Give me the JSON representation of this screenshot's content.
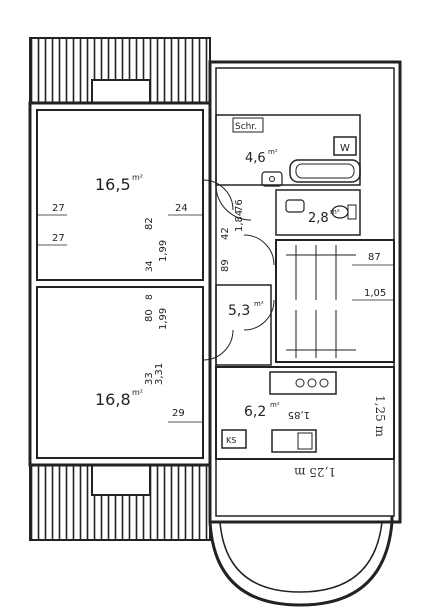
{
  "plan": {
    "rooms": [
      {
        "id": "room-upper",
        "area": "16,5",
        "unit": "m²"
      },
      {
        "id": "room-lower",
        "area": "16,8",
        "unit": "m²"
      },
      {
        "id": "bath-main",
        "area": "4,6",
        "unit": "m²"
      },
      {
        "id": "wc",
        "area": "2,8",
        "unit": "m²"
      },
      {
        "id": "hall",
        "area": "5,3",
        "unit": "m²"
      },
      {
        "id": "kitchen",
        "area": "6,2",
        "unit": "m²"
      }
    ],
    "fixtures": {
      "cupboard": "Schr.",
      "washer": "W",
      "fridge": "KS"
    },
    "dims": {
      "upper_wall_left": "27",
      "upper_niche_left": "27",
      "upper_opening_right": "24",
      "upper_vertical_a": "82",
      "upper_vertical_b": "1,99",
      "mid_vertical_a": "34",
      "mid_vertical_b": "89",
      "mid_vertical_c": "42",
      "mid_vertical_d": "1,84",
      "mid_vertical_e": "76",
      "lower_vertical_a": "80",
      "lower_vertical_b": "8",
      "lower_vertical_c": "1,99",
      "lower_vertical_d": "33",
      "lower_vertical_e": "3,31",
      "lower_opening_right": "29",
      "stair_width_top": "87",
      "stair_width_mid": "1,05",
      "kitchen_length": "1,85",
      "hand_note_1": "1,25 m",
      "hand_note_2": "1,25 m"
    }
  }
}
